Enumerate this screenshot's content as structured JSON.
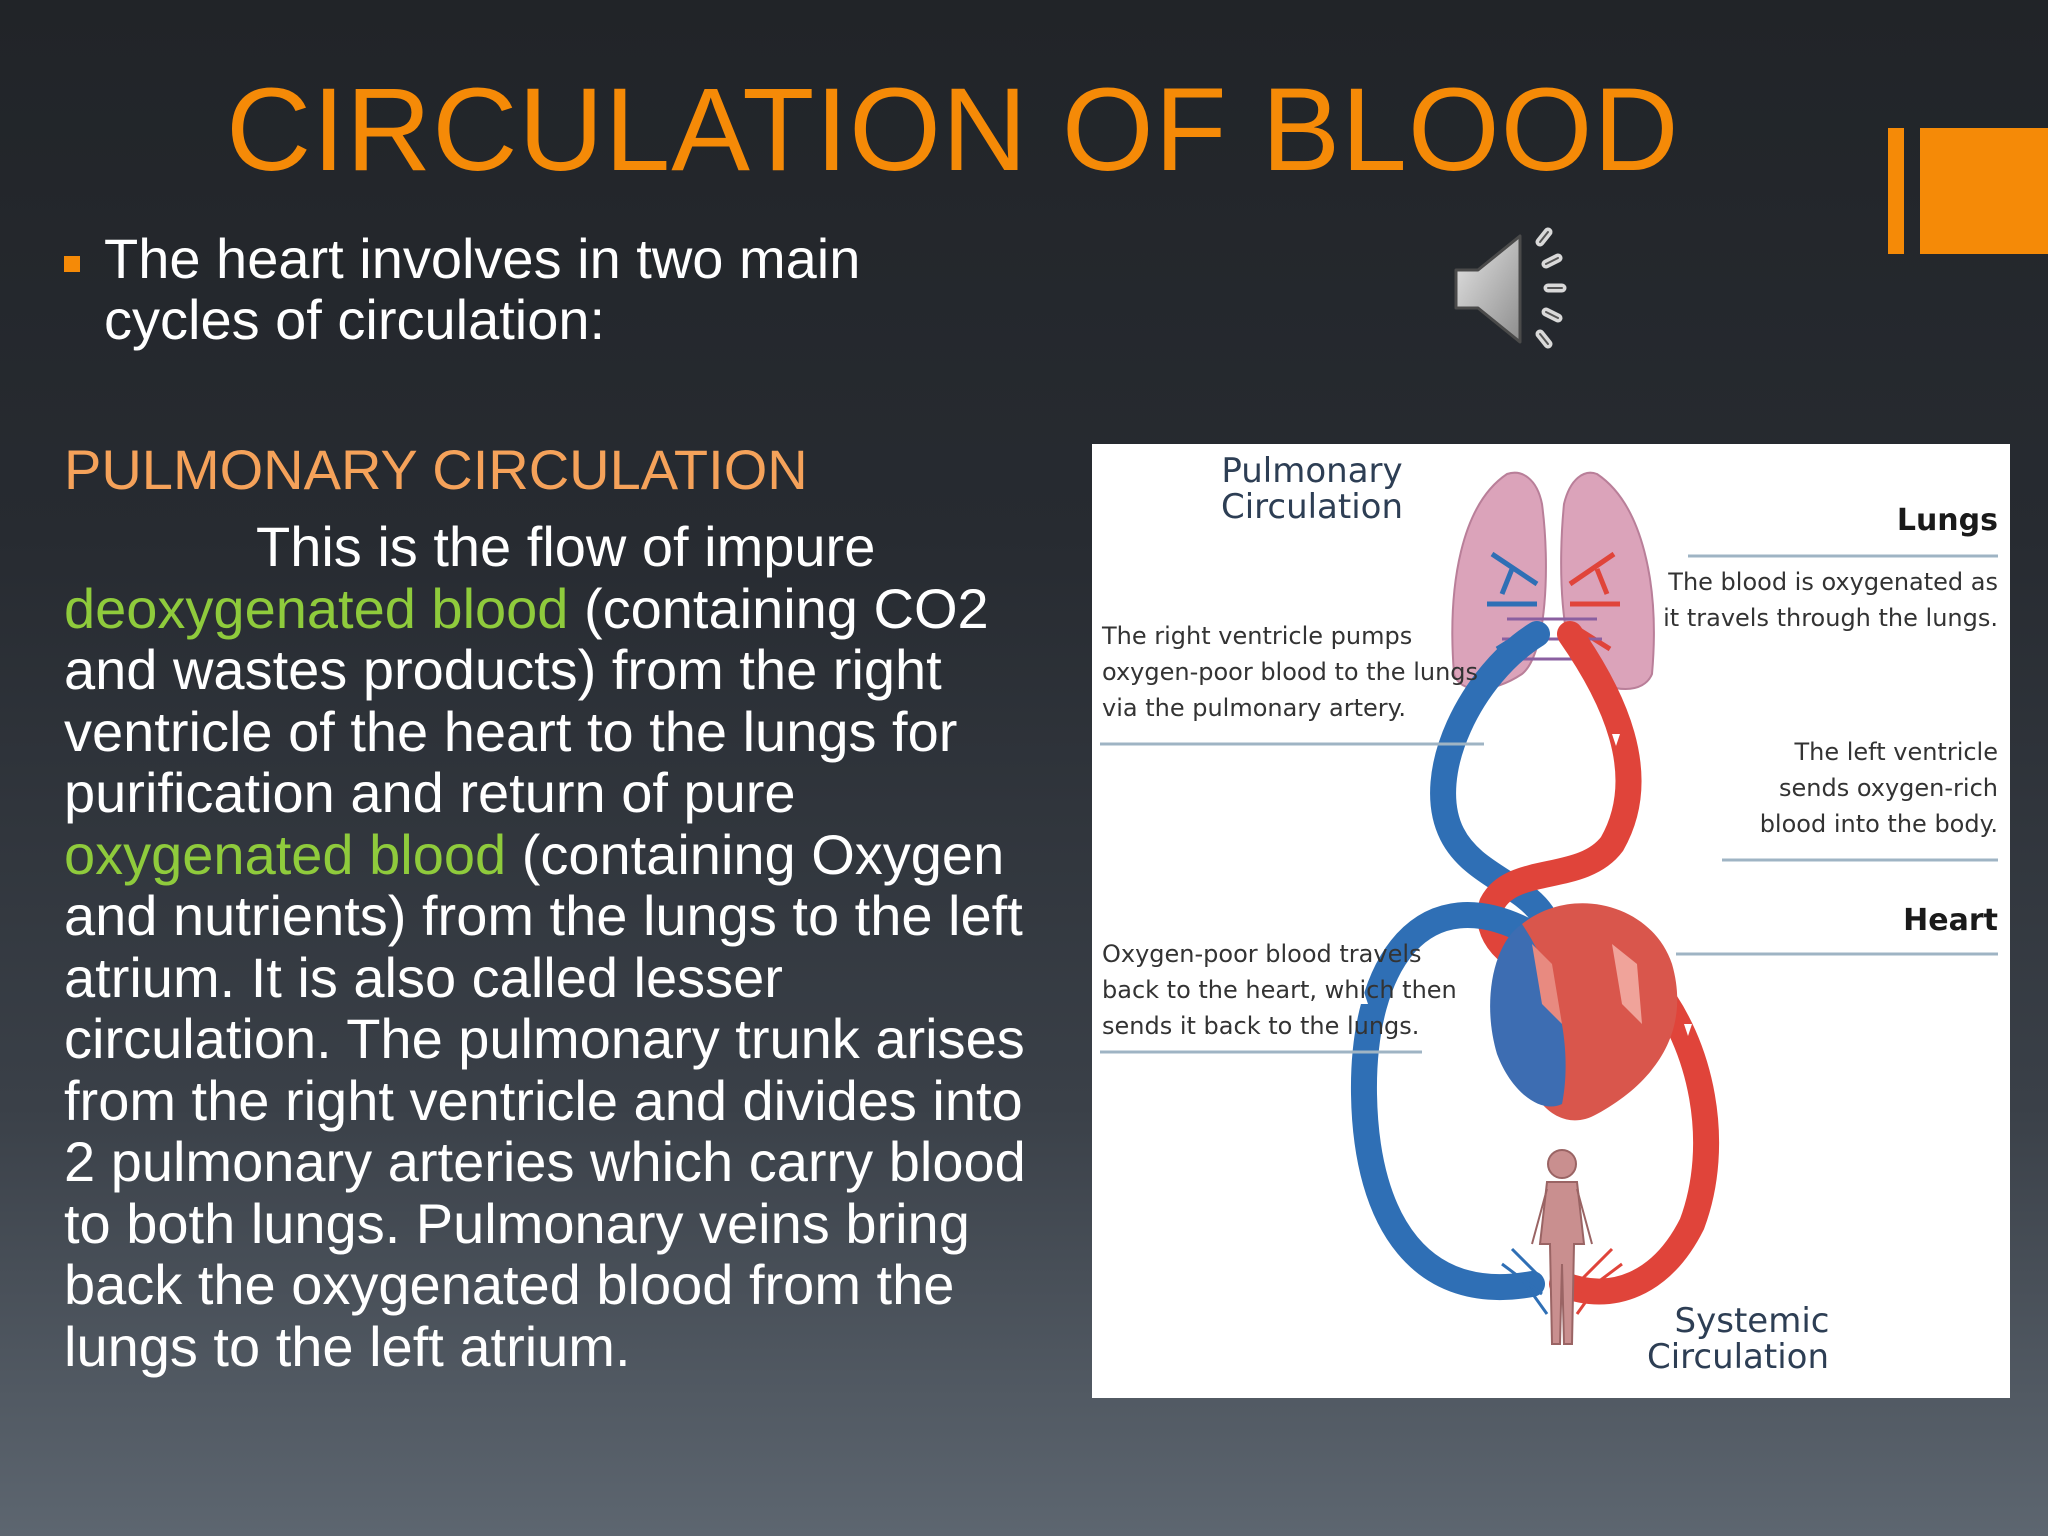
{
  "title": "CIRCULATION OF BLOOD",
  "bullet": {
    "line1": "The heart involves in two main",
    "line2": "cycles of circulation:"
  },
  "section": {
    "heading": "PULMONARY CIRCULATION",
    "intro": "This is the flow of impure",
    "term1": "deoxygenated blood",
    "part2": " (containing CO2 and wastes products) from the right ventricle of the heart to the lungs for purification and return of pure ",
    "term2": "oxygenated blood",
    "part3": " (containing Oxygen and nutrients) from the lungs to the left atrium. It is also called lesser circulation. The pulmonary trunk arises from the right ventricle and divides into 2 pulmonary arteries which carry blood to both lungs. Pulmonary veins bring back the oxygenated blood from the lungs to the left atrium."
  },
  "diagram": {
    "pulmonary_label_1": "Pulmonary",
    "pulmonary_label_2": "Circulation",
    "lungs_label": "Lungs",
    "lungs_desc_1": "The blood is oxygenated as",
    "lungs_desc_2": "it travels through the lungs.",
    "rv_desc_1": "The right ventricle pumps",
    "rv_desc_2": "oxygen-poor blood to the lungs",
    "rv_desc_3": "via the pulmonary artery.",
    "lv_desc_1": "The left ventricle",
    "lv_desc_2": "sends oxygen-rich",
    "lv_desc_3": "blood into the body.",
    "heart_label": "Heart",
    "return_desc_1": "Oxygen-poor blood travels",
    "return_desc_2": "back to the heart, which then",
    "return_desc_3": "sends it back to the lungs.",
    "systemic_label_1": "Systemic",
    "systemic_label_2": "Circulation"
  },
  "colors": {
    "accent_orange": "#f58a07",
    "heading_orange": "#f5a25a",
    "term_green": "#8fcb3c",
    "artery_red": "#e0443a",
    "vein_blue": "#2f6fb5"
  },
  "icons": {
    "speaker": "speaker-icon"
  }
}
